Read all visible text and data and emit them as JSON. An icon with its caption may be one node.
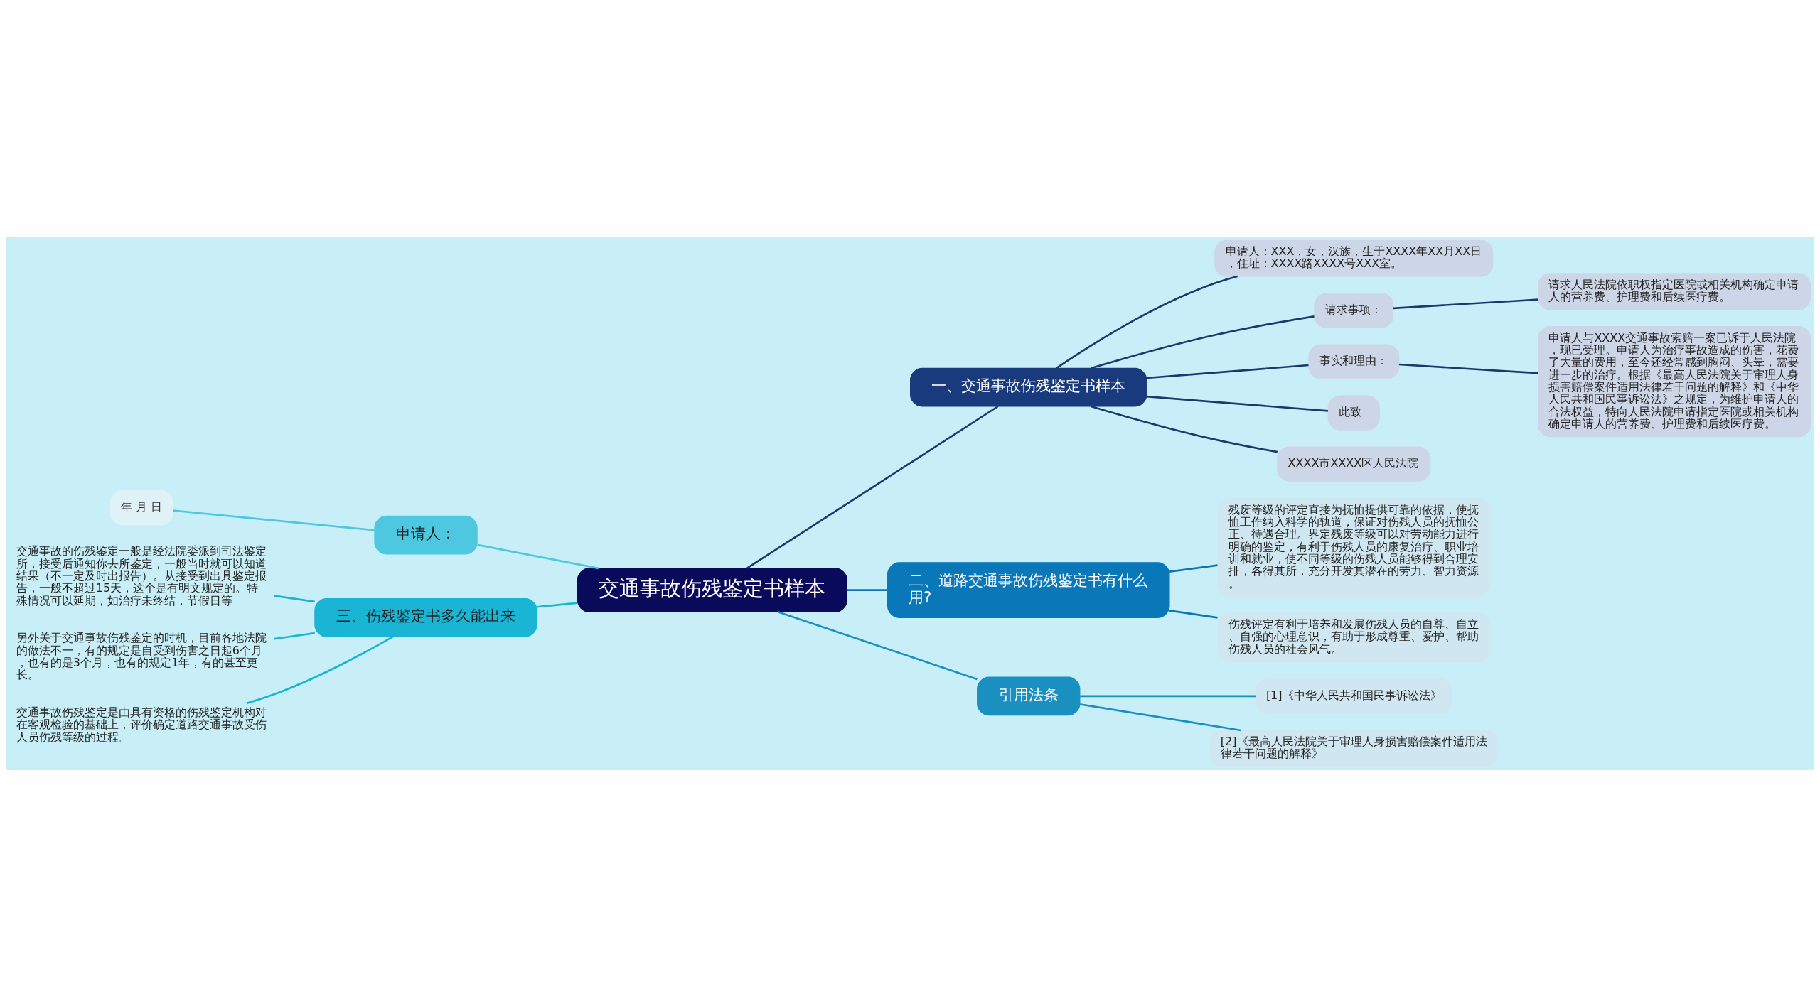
{
  "diagram": {
    "nodes": [
      {
        "text": [
          "交通事故伤残鉴定书样本"
        ]
      },
      {
        "text": [
          "一、交通事故伤残鉴定书样本"
        ]
      },
      {
        "text": [
          "申请人：XXX，女，汉族，生于XXXX年XX月XX日，住址：XXXX路XXXX号XXX室。"
        ]
      },
      {
        "text": [
          "请求事项："
        ]
      },
      {
        "text": [
          "请求人民法院依职权指定医院或相关机构确定申请人的营养费、护理费和后续医疗费。"
        ]
      },
      {
        "text": [
          "事实和理由："
        ]
      },
      {
        "text": [
          "申请人与XXXX交通事故索赔一案已诉于人民法院，现已受理。申请人为治疗事故造成的伤害，花费了大量的费用，至今还经常感到胸闷、头晕，需要进一步的治疗。根据《最高人民法院关于审理人身损害赔偿案件适用法律若干问题的解释》和《中华人民共和国民事诉讼法》之规定，为维护申请人的合法权益，特向人民法院申请指定医院或相关机构确定申请人的营养费、护理费和后续医疗费。"
        ]
      },
      {
        "text": [
          "此致"
        ]
      },
      {
        "text": [
          "XXXX市XXXX区人民法院"
        ]
      },
      {
        "text": [
          "申请人："
        ]
      },
      {
        "text": [
          "年 月 日"
        ]
      },
      {
        "text": [
          "二、道路交通事故伤残鉴定书有什么用?"
        ]
      },
      {
        "text": [
          "残废等级的评定直接为抚恤提供可靠的依据，使抚恤工作纳入科学的轨道，保证对伤残人员的抚恤公正、待遇合理。界定残废等级可以对劳动能力进行明确的鉴定，有利于伤残人员的康复治疗、职业培训和就业，使不同等级的伤残人员能够得到合理安排，各得其所，充分开发其潜在的劳力、智力资源。"
        ]
      },
      {
        "text": [
          "伤残评定有利于培养和发展伤残人员的自尊、自立、自强的心理意识，有助于形成尊重、爱护、帮助伤残人员的社会风气。"
        ]
      },
      {
        "text": [
          "三、伤残鉴定书多久能出来"
        ]
      },
      {
        "text": [
          "交通事故的伤残鉴定一般是经法院委派到司法鉴定所，接受后通知你去所鉴定，一般当时就可以知道结果（不一定及时出报告）。从接受到出具鉴定报告，一般不超过15天，这个是有明文规定的。特殊情况可以延期，如治疗未终结，节假日等"
        ]
      },
      {
        "text": [
          "另外关于交通事故伤残鉴定的时机，目前各地法院的做法不一，有的规定是自受到伤害之日起6个月，也有的是3个月，也有的规定1年，有的甚至更长。"
        ]
      },
      {
        "text": [
          "交通事故伤残鉴定是由具有资格的伤残鉴定机构对在客观检验的基础上，评价确定道路交通事故受伤人员伤残等级的过程。"
        ]
      },
      {
        "text": [
          "引用法条"
        ]
      },
      {
        "text": [
          "[1]《中华人民共和国民事诉讼法》"
        ]
      },
      {
        "text": [
          "[2]《最高人民法院关于审理人身损害赔偿案件适用法律若干问题的解释》"
        ]
      }
    ],
    "edges": [
      {
        "from": 0,
        "to": 1,
        "arrow": "none"
      },
      {
        "from": 1,
        "to": 2,
        "arrow": "none"
      },
      {
        "from": 1,
        "to": 3,
        "arrow": "none"
      },
      {
        "from": 3,
        "to": 4,
        "arrow": "none"
      },
      {
        "from": 1,
        "to": 5,
        "arrow": "none"
      },
      {
        "from": 5,
        "to": 6,
        "arrow": "none"
      },
      {
        "from": 1,
        "to": 7,
        "arrow": "none"
      },
      {
        "from": 1,
        "to": 8,
        "arrow": "none"
      },
      {
        "from": 0,
        "to": 9,
        "arrow": "none",
        "color": "#4ec8e0"
      },
      {
        "from": 9,
        "to": 10,
        "arrow": "none",
        "color": "#4ec8e0"
      },
      {
        "from": 0,
        "to": 11,
        "arrow": "none",
        "color": "#0a78b8"
      },
      {
        "from": 11,
        "to": 12,
        "arrow": "none",
        "color": "#0a78b8"
      },
      {
        "from": 11,
        "to": 13,
        "arrow": "none",
        "color": "#0a78b8"
      },
      {
        "from": 0,
        "to": 14,
        "arrow": "none",
        "color": "#1ab4d4"
      },
      {
        "from": 14,
        "to": 15,
        "arrow": "none",
        "color": "#1ab4d4"
      },
      {
        "from": 14,
        "to": 16,
        "arrow": "none",
        "color": "#1ab4d4"
      },
      {
        "from": 14,
        "to": 17,
        "arrow": "none",
        "color": "#1ab4d4"
      },
      {
        "from": 0,
        "to": 18,
        "arrow": "none",
        "color": "#1a90c0"
      },
      {
        "from": 18,
        "to": 19,
        "arrow": "none",
        "color": "#1a90c0"
      },
      {
        "from": 18,
        "to": 20,
        "arrow": "none",
        "color": "#1a90c0"
      }
    ]
  }
}
